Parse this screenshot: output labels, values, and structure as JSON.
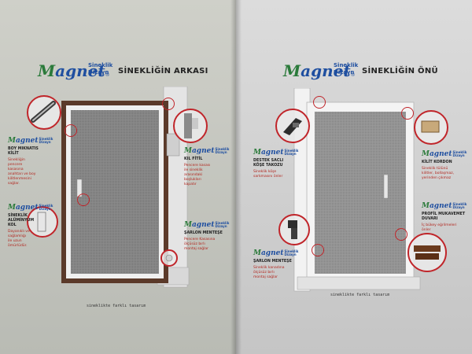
{
  "left": {
    "logo": {
      "word_first": "M",
      "word_rest": "agnet",
      "sub1": "Sineklik",
      "sub2": "Dizayn",
      "reg": "®"
    },
    "heading": "SİNEKLİĞİN ARKASI",
    "features": [
      {
        "logo": "Magnet",
        "sub1": "Sineklik",
        "sub2": "Dizayn",
        "title1": "BOY MIKNATIS",
        "title2": "KİLİT",
        "desc": [
          "Sinekliğin",
          "pencere",
          "kasasına",
          "anahtarı ve boy",
          "kilitlenmesini",
          "sağlar."
        ]
      },
      {
        "logo": "Magnet",
        "sub1": "Sineklik",
        "sub2": "Dizayn",
        "title1": "KIL FİTİL",
        "title2": "",
        "desc": [
          "Pencere kasası",
          "ile sineklik",
          "arasındaki",
          "boşlukları",
          "kapatır"
        ]
      },
      {
        "logo": "Magnet",
        "sub1": "Sineklik",
        "sub2": "Dizayn",
        "title1": "SİNEKLİK",
        "title2": "ALÜMİNYUM",
        "title3": "KOL",
        "desc": [
          "Dayanıklı ve",
          "sağlamlığı",
          "ile uzun",
          "ömürlüdür."
        ]
      },
      {
        "logo": "Magnet",
        "sub1": "Sineklik",
        "sub2": "Dizayn",
        "title1": "ŞARLON MENTEŞE",
        "title2": "",
        "desc": [
          "Pencere Kasasına",
          "ölçüsüz bırlı",
          "montaj sağlar"
        ]
      }
    ],
    "footer": "sineklikte farklı tasarım"
  },
  "right": {
    "logo": {
      "word_first": "M",
      "word_rest": "agnet",
      "sub1": "Sineklik",
      "sub2": "Dizayn",
      "reg": "®"
    },
    "heading": "SİNEKLİĞİN ÖNÜ",
    "features": [
      {
        "logo": "Magnet",
        "sub1": "Sineklik",
        "sub2": "Dizayn",
        "title1": "DESTEK SACLI",
        "title2": "KÖŞE TAKOZU",
        "desc": [
          "Sineklik köşe",
          "sarkmasını önler"
        ]
      },
      {
        "logo": "Magnet",
        "sub1": "Sineklik",
        "sub2": "Dizayn",
        "title1": "KİLİT KORDON",
        "title2": "",
        "desc": [
          "Sineklik tülünü",
          "kilitler, bollaşmaz,",
          "yerinden çıkmaz"
        ]
      },
      {
        "logo": "Magnet",
        "sub1": "Sineklik",
        "sub2": "Dizayn",
        "title1": "ŞARLON MENTEŞE",
        "title2": "",
        "desc": [
          "Sineklik kanadına",
          "ölçüsüz bırlı",
          "montaj sağlar"
        ]
      },
      {
        "logo": "Magnet",
        "sub1": "Sineklik",
        "sub2": "Dizayn",
        "title1": "PROFİL MUKAVEMET",
        "title2": "DUVARI",
        "desc": [
          "İç bükey eğrilmeleri",
          "önler"
        ]
      }
    ],
    "footer": "sineklikte farklı tasarım"
  }
}
